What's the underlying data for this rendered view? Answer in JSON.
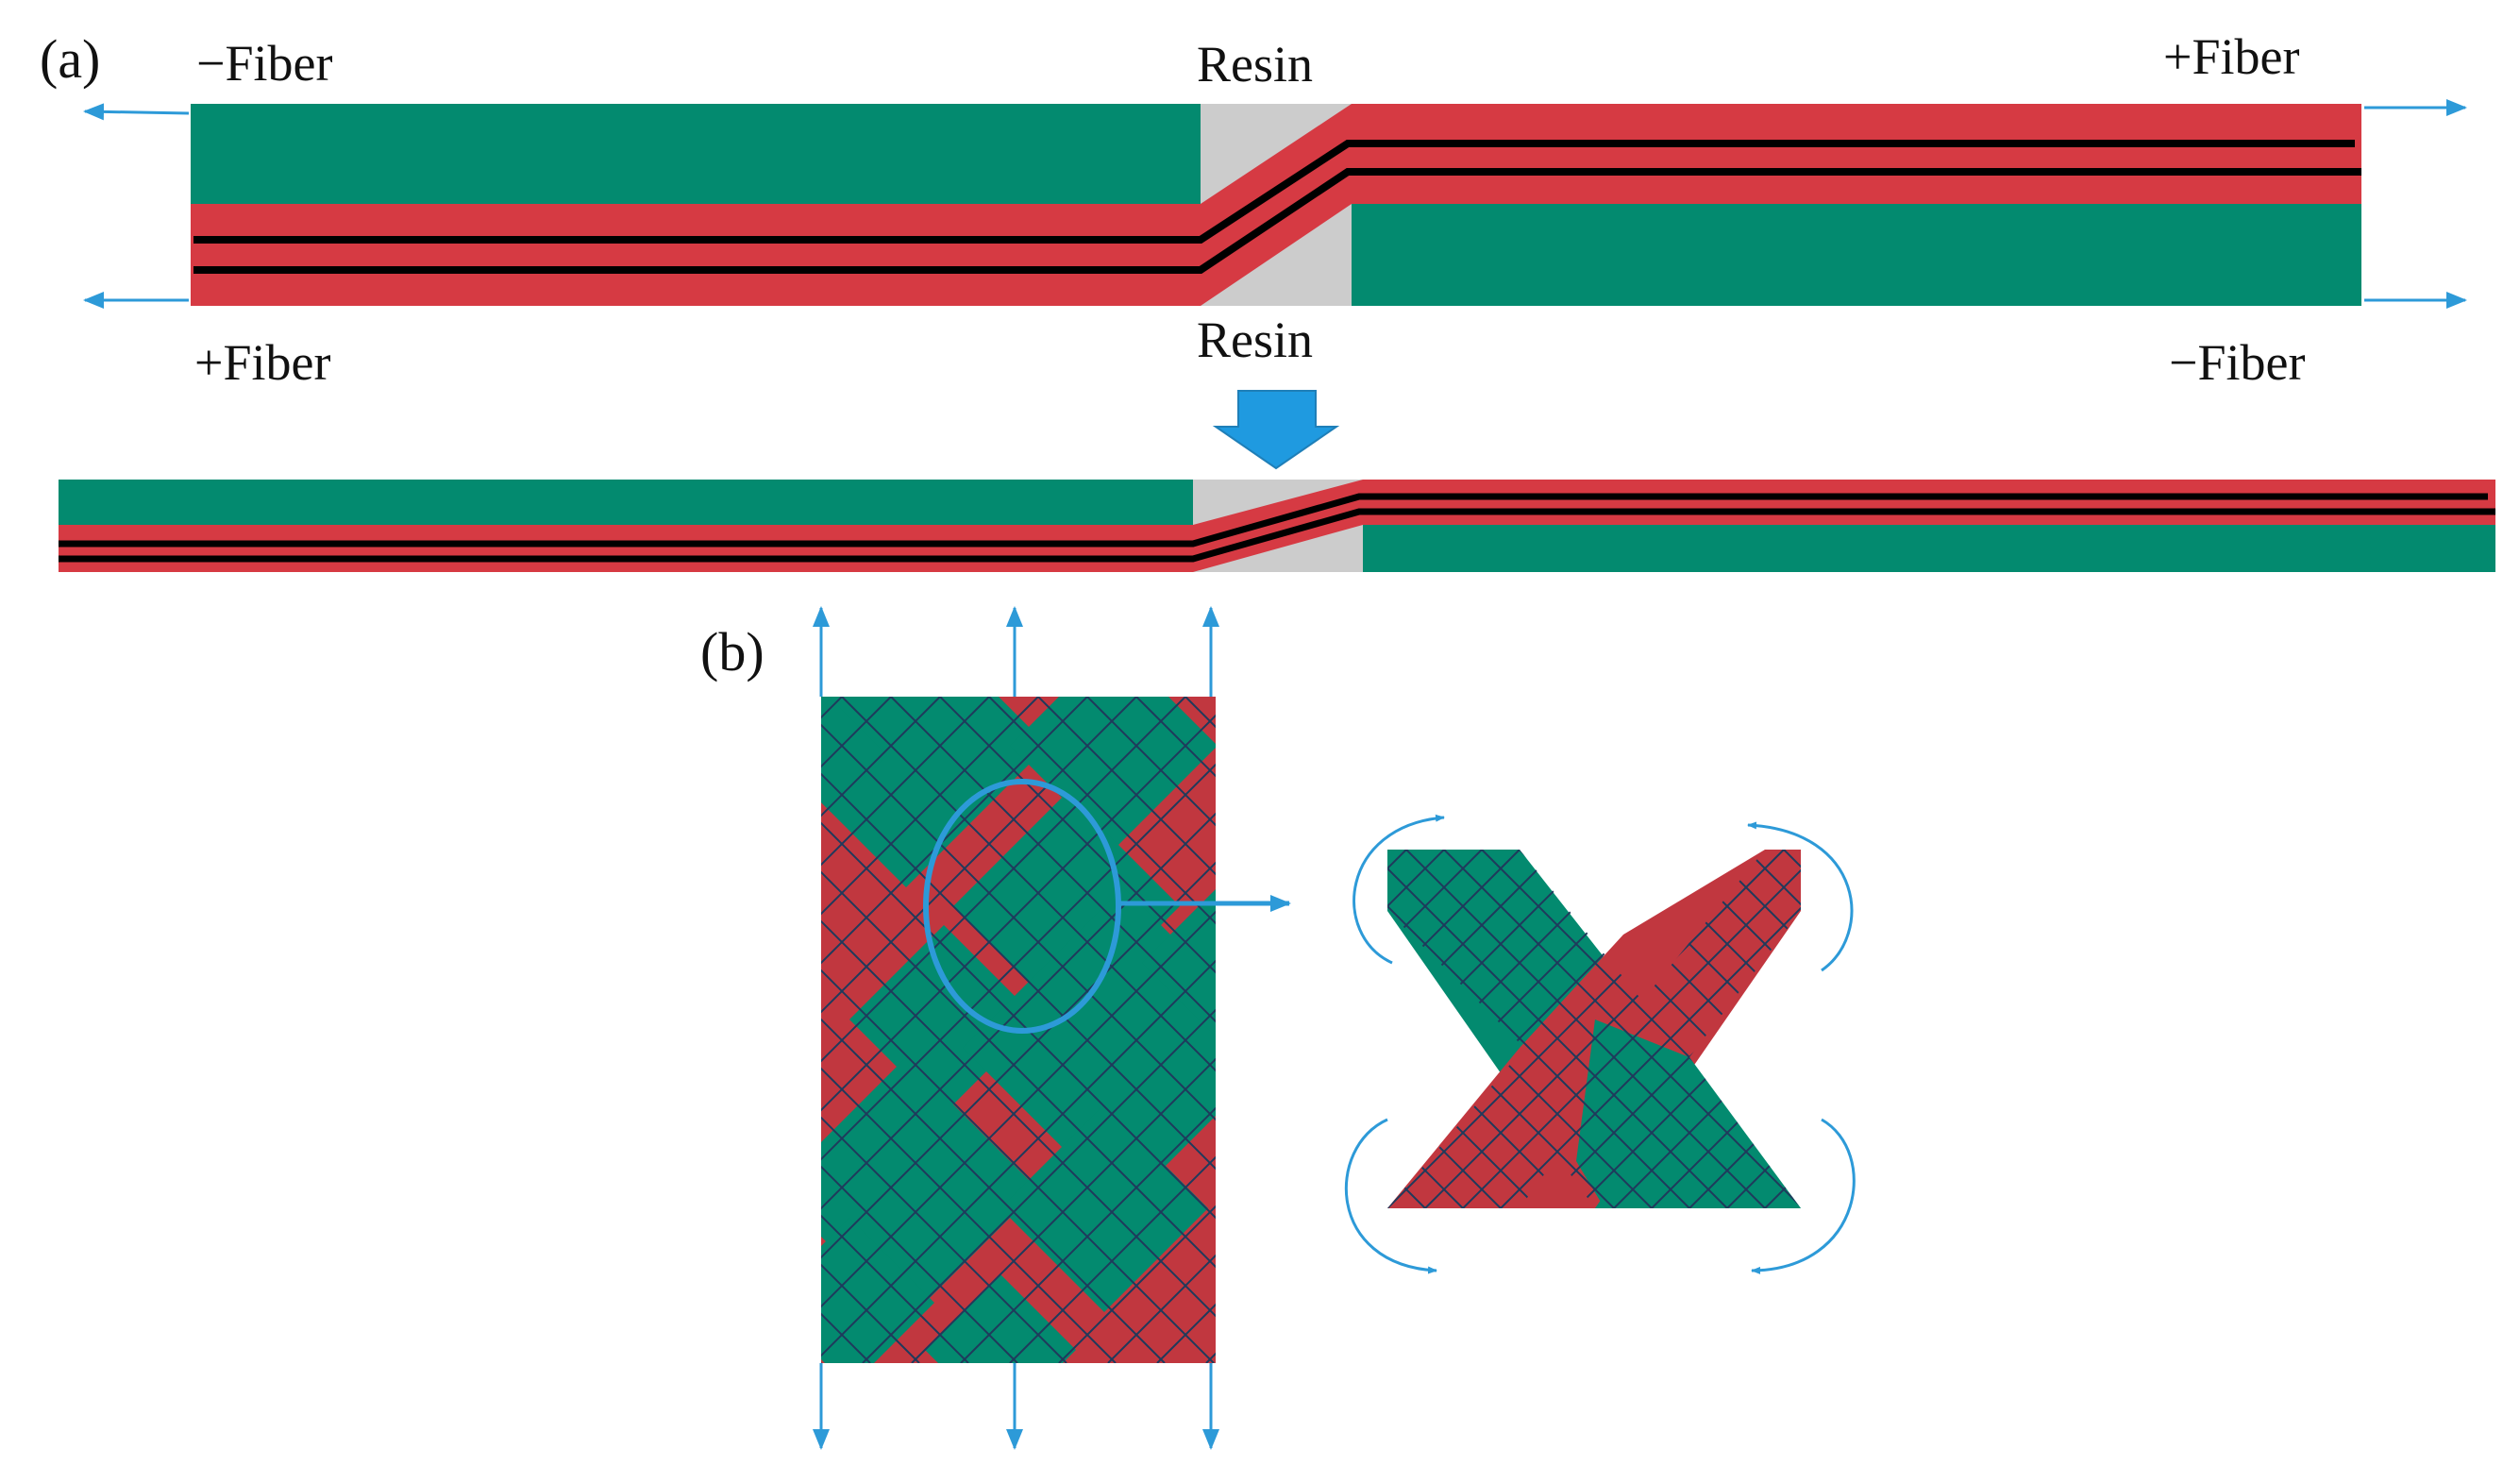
{
  "panel_a": {
    "label": "(a)",
    "top_left_label": "−Fiber",
    "top_right_label": "+Fiber",
    "bottom_left_label": "+Fiber",
    "bottom_right_label": "−Fiber",
    "resin_label_top": "Resin",
    "resin_label_bottom": "Resin"
  },
  "panel_b": {
    "label": "(b)"
  },
  "colors": {
    "green_fiber": "#038a6f",
    "red_fiber": "#d63a43",
    "red_mesh": "#c1373f",
    "resin": "#cccccc",
    "fiber_line": "#000000",
    "arrow_blue": "#2d9ad8",
    "big_arrow": "#1f9ae0",
    "mesh_line": "#1f3a5c"
  }
}
